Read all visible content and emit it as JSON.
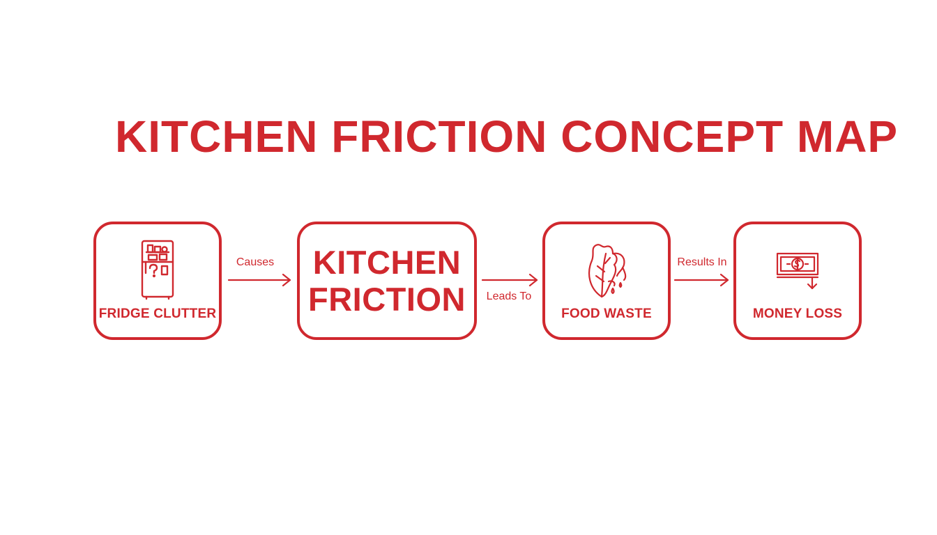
{
  "colors": {
    "accent": "#d0282e",
    "background": "#ffffff"
  },
  "title": "KITCHEN FRICTION CONCEPT MAP",
  "nodes": {
    "fridge_clutter": {
      "label": "FRIDGE CLUTTER",
      "icon": "fridge-question-icon"
    },
    "kitchen_friction": {
      "line1": "KITCHEN",
      "line2": "FRICTION"
    },
    "food_waste": {
      "label": "FOOD WASTE",
      "icon": "wilted-lettuce-icon"
    },
    "money_loss": {
      "label": "MONEY LOSS",
      "icon": "banknote-down-icon"
    }
  },
  "connectors": {
    "causes": "Causes",
    "leads_to": "Leads To",
    "results_in": "Results In"
  }
}
